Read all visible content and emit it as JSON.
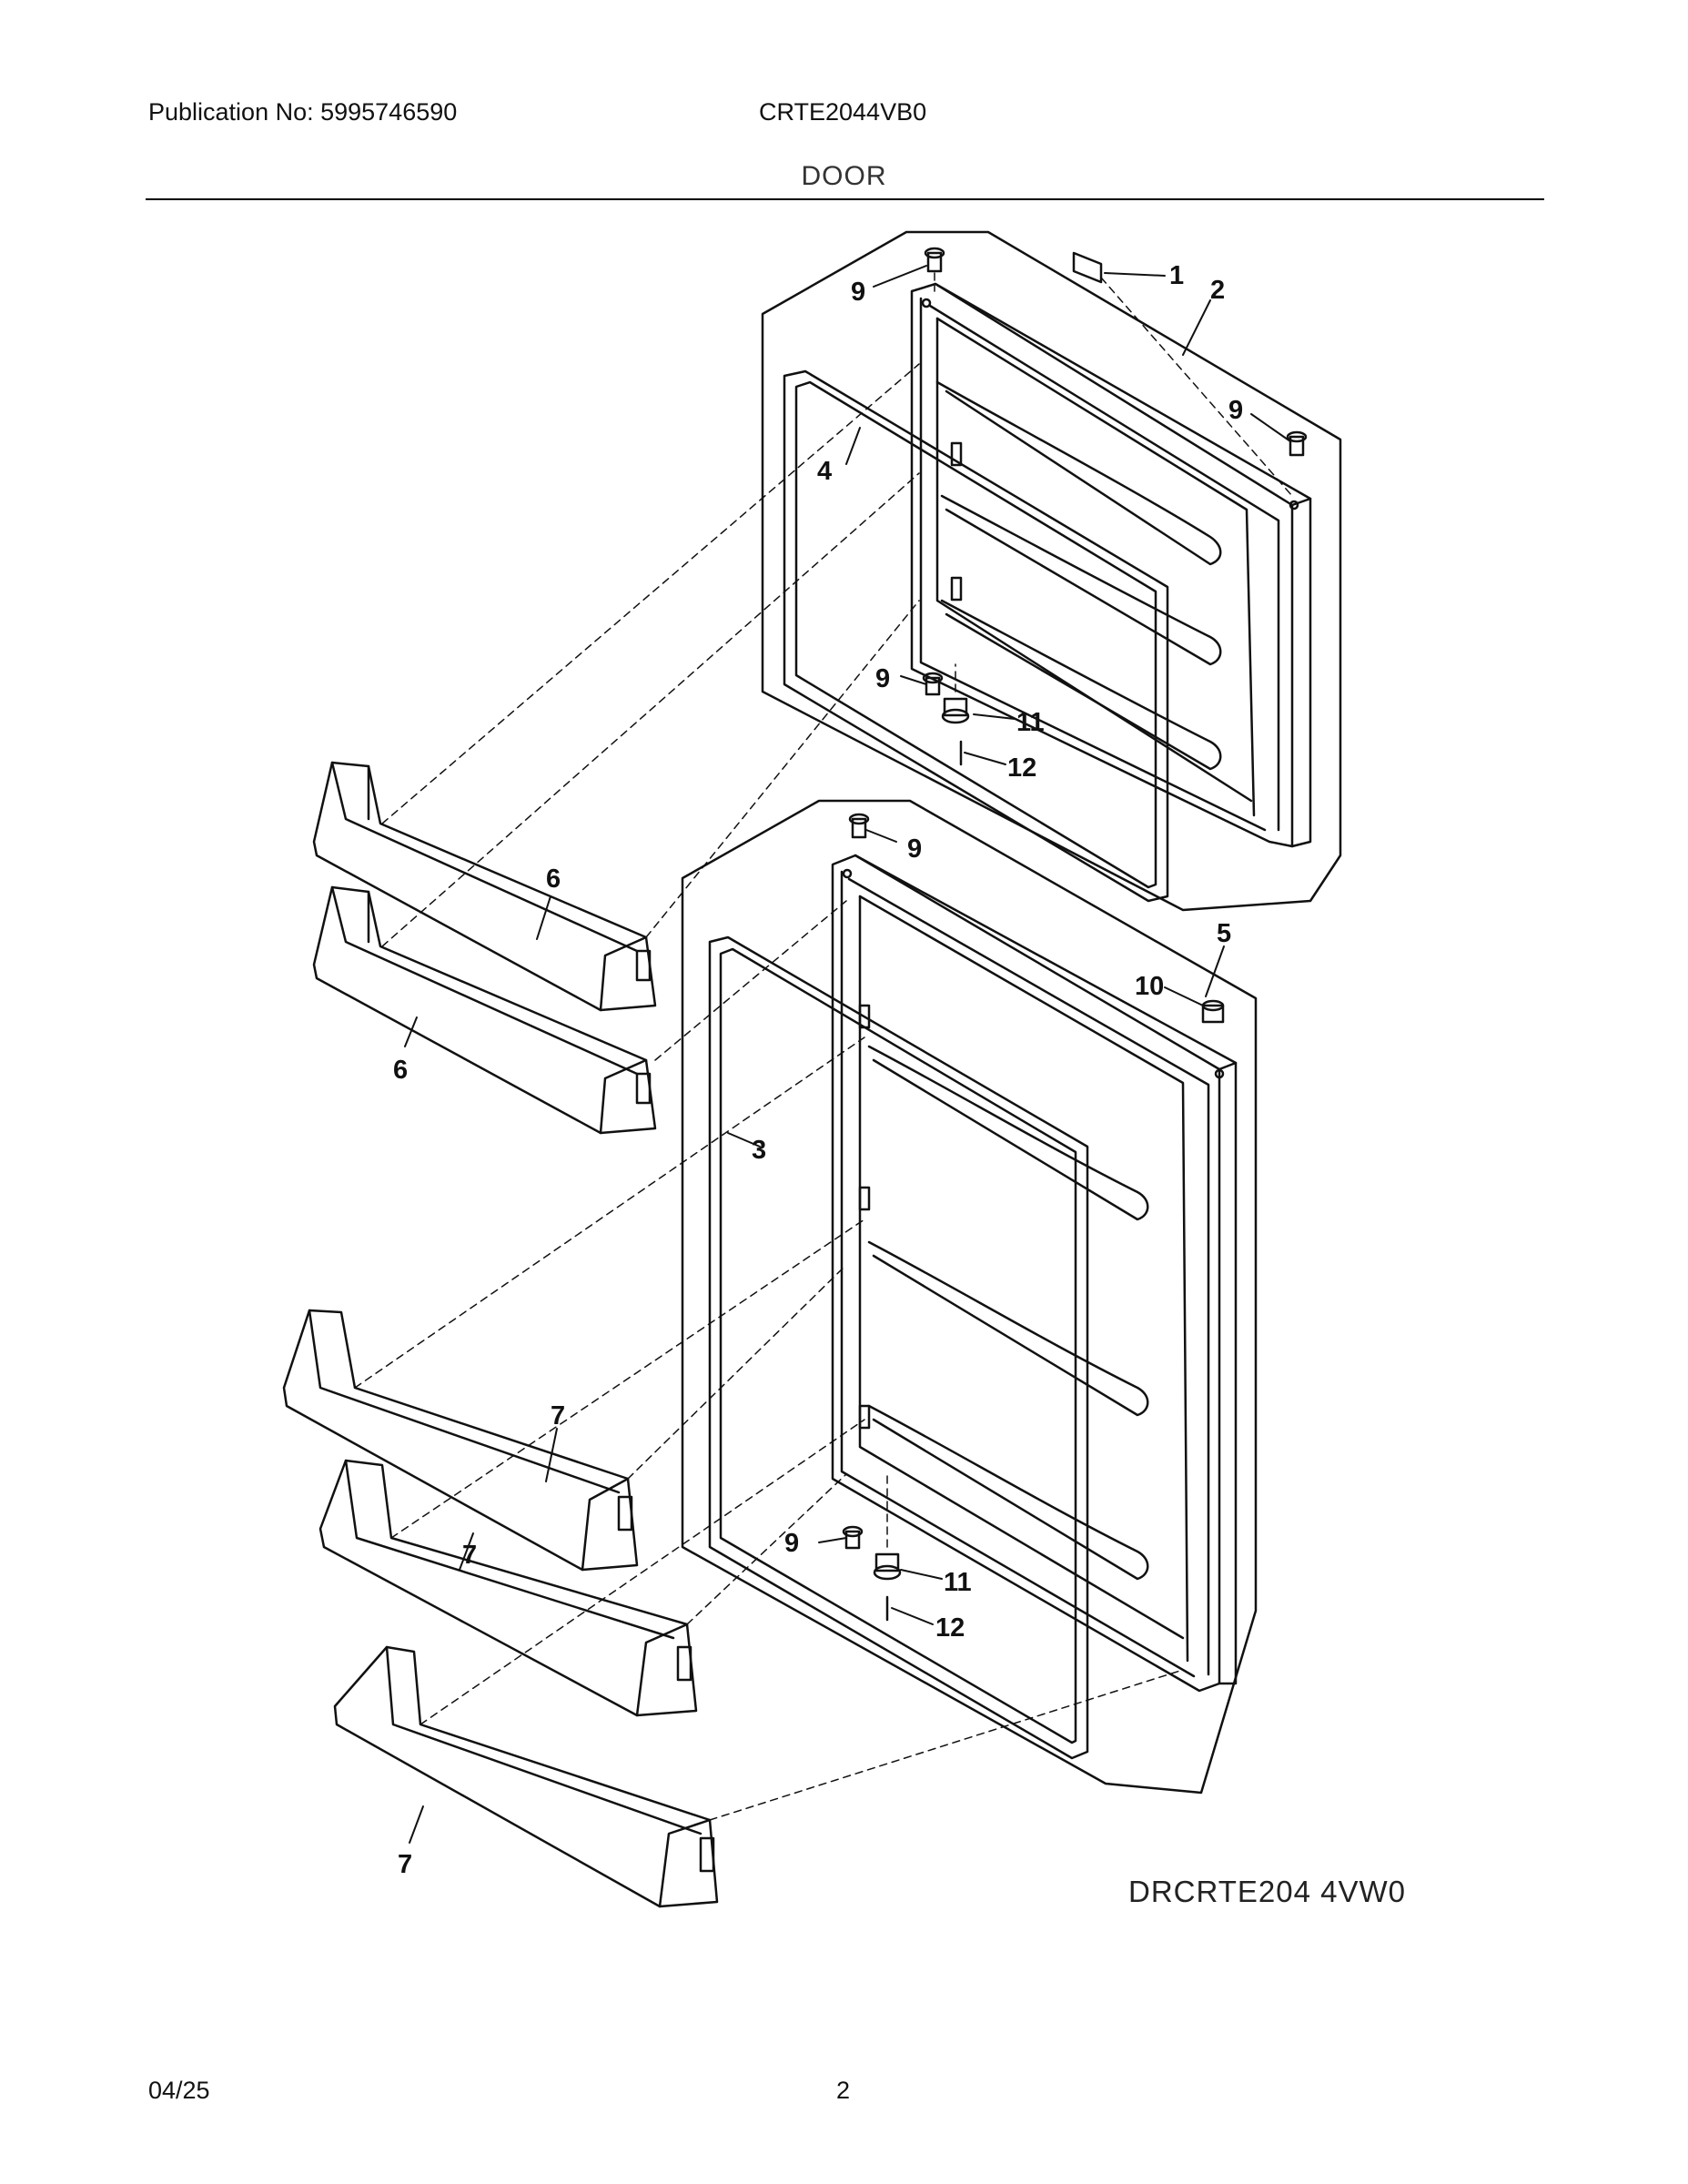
{
  "header": {
    "publication": "Publication No: 5995746590",
    "model": "CRTE2044VB0",
    "section": "DOOR"
  },
  "callouts": {
    "c1": "1",
    "c2": "2",
    "c3": "3",
    "c4": "4",
    "c5": "5",
    "c6a": "6",
    "c6b": "6",
    "c7a": "7",
    "c7b": "7",
    "c7c": "7",
    "c9a": "9",
    "c9b": "9",
    "c9c": "9",
    "c9d": "9",
    "c9e": "9",
    "c10": "10",
    "c11a": "11",
    "c11b": "11",
    "c12a": "12",
    "c12b": "12"
  },
  "drawing_code": "DRCRTE204 4VW0",
  "footer": {
    "date": "04/25",
    "page": "2"
  }
}
